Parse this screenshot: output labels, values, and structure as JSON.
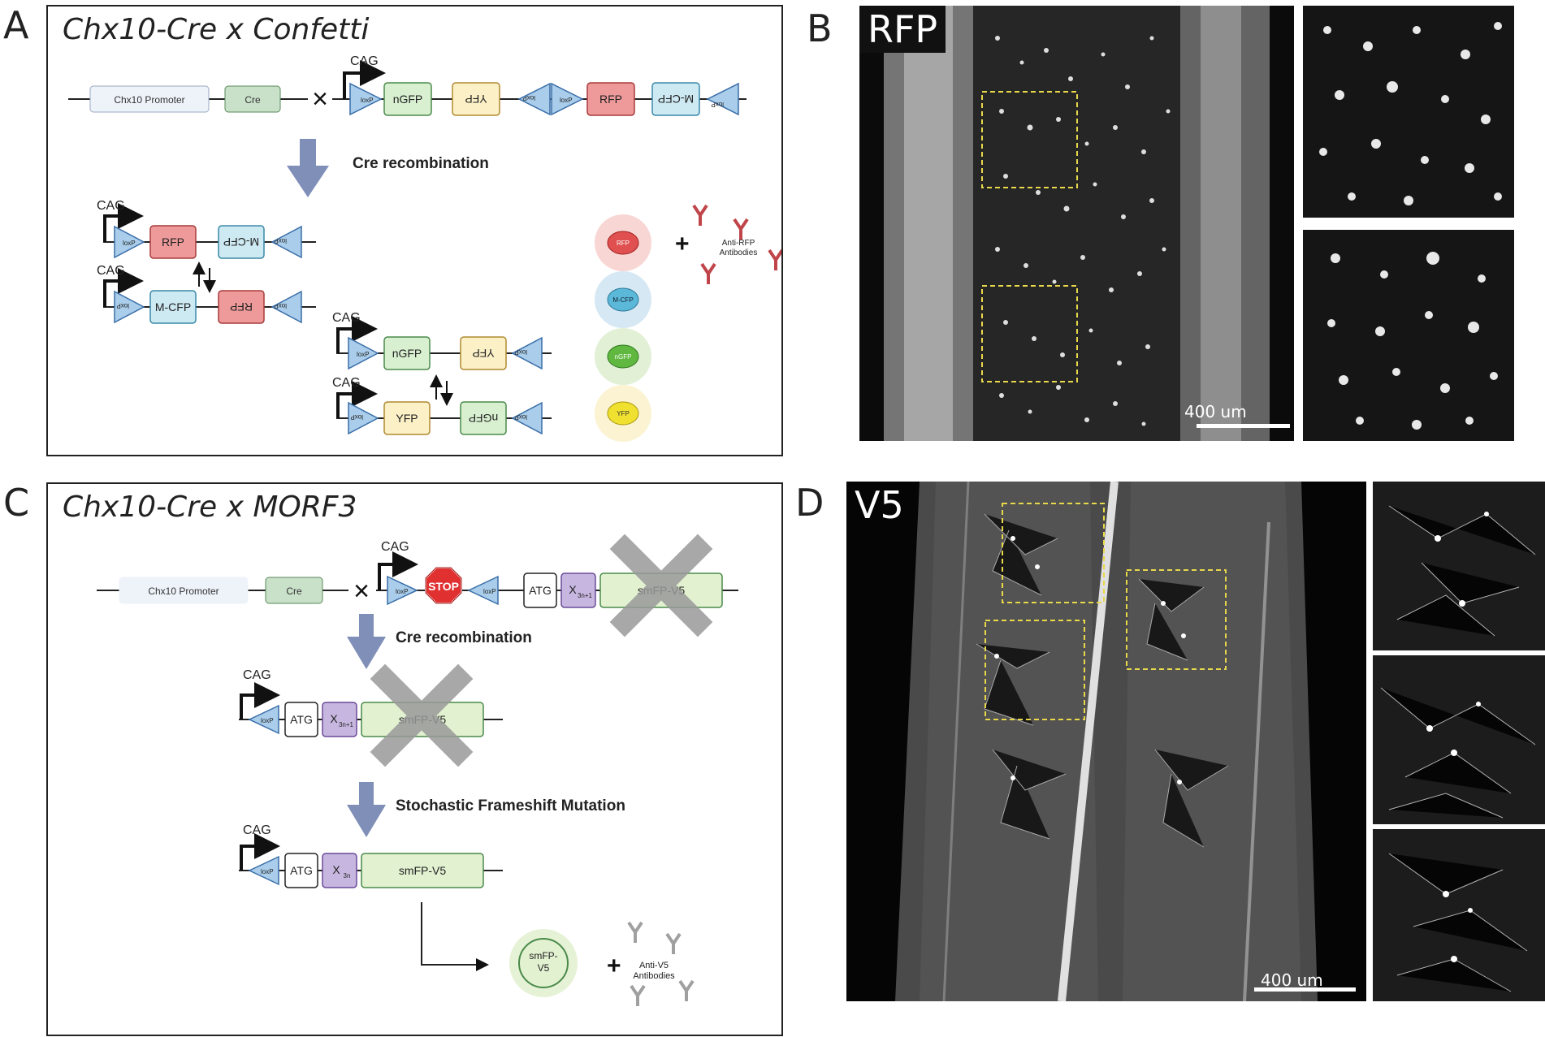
{
  "panels": {
    "a": {
      "letter": "A",
      "title": "Chx10-Cre x Confetti"
    },
    "b": {
      "letter": "B",
      "label": "RFP",
      "scale": "400 um"
    },
    "c": {
      "letter": "C",
      "title": "Chx10-Cre x MORF3"
    },
    "d": {
      "letter": "D",
      "label": "V5",
      "scale": "400 um"
    }
  },
  "confetti": {
    "promoter": "Chx10 Promoter",
    "cre": "Cre",
    "cag": "CAG",
    "loxp": "loxP",
    "ngfp": "nGFP",
    "yfp": "YFP",
    "rfp": "RFP",
    "mcfp": "M-CFP",
    "recombination": "Cre recombination",
    "antibodies_line1": "Anti-RFP",
    "antibodies_line2": "Antibodies",
    "proteins": [
      "RFP",
      "M-CFP",
      "nGFP",
      "YFP"
    ]
  },
  "morf3": {
    "promoter": "Chx10 Promoter",
    "cre": "Cre",
    "cag": "CAG",
    "loxp": "loxP",
    "stop": "STOP",
    "atg": "ATG",
    "x3n1_base": "X",
    "x3n1_sub": "3n+1",
    "x3n_sub": "3n",
    "smfp": "smFP-V5",
    "recombination": "Cre recombination",
    "frameshift": "Stochastic Frameshift Mutation",
    "protein_line1": "smFP-",
    "protein_line2": "V5",
    "antibodies_line1": "Anti-V5",
    "antibodies_line2": "Antibodies"
  },
  "colors": {
    "loxp": "#a9cdea",
    "ngfp": "#d8f0d0",
    "yfp": "#fbf0c6",
    "rfp": "#ef9a9a",
    "mcfp": "#cde9f2",
    "cre": "#c9e0c9",
    "promoter": "#eef3fa",
    "arrow": "#7f8fb8",
    "x": "#c7b7e0",
    "smfp": "#e2f1d0",
    "stop": "#e03030",
    "antibody_red": "#c0454a",
    "antibody_gray": "#a0a0a0",
    "roi": "#e8d84a"
  }
}
